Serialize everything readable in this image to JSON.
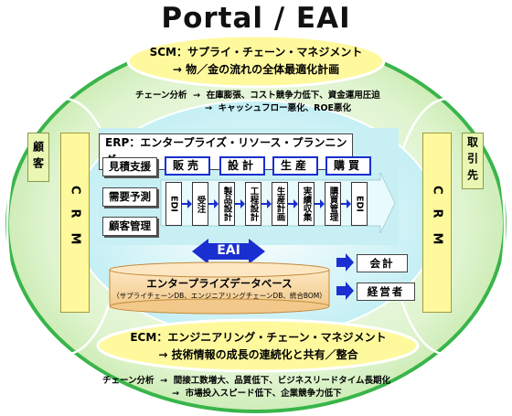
{
  "title": "Portal  /  EAI",
  "scm": {
    "line1": "SCM：サプライ・チェーン・マネジメント",
    "line2": "→  物／金の流れの全体最適化計画",
    "analysis": "チェーン分析  →  在庫膨張、コスト競争力低下、資金運用圧迫\n                       →  キャッシュフロー悪化、ROE悪化"
  },
  "erp": {
    "label": "ERP：エンタープライズ・リソース・プランニング"
  },
  "left_labels": [
    "見積支援",
    "需要予測",
    "顧客管理"
  ],
  "side": {
    "customer": "顧客",
    "supplier": "取引先",
    "crm_left": "CRM",
    "crm_right": "CRM"
  },
  "headers": [
    "販売",
    "設計",
    "生産",
    "購買"
  ],
  "steps": [
    "EDI",
    "受注",
    "製品設計",
    "工程設計",
    "生産計画",
    "実績収集",
    "購買管理",
    "EDI"
  ],
  "eai": "EAI",
  "database": {
    "title": "エンタープライズデータベース",
    "subtitle": "（サプライチェーンDB、エンジニアリングチェーンDB、統合BOM）"
  },
  "outputs": [
    "会計",
    "経営者"
  ],
  "ecm": {
    "line1": "ECM：エンジニアリング・チェーン・マネジメント",
    "line2": "→  技術情報の成長の連続化と共有／整合",
    "analysis": "チェーン分析  →  間接工数増大、品質低下、ビジネスリードタイム長期化\n                       →  市場投入スピード低下、企業競争力低下"
  },
  "colors": {
    "outer_ring": "#39b54a",
    "ring_fill": "#d9f0c6",
    "yellow": "#fff99e",
    "inner_cyan": "#c8f0f4",
    "blue_arrow": "#1a2fd0",
    "cylinder": "#f7d9a8"
  }
}
